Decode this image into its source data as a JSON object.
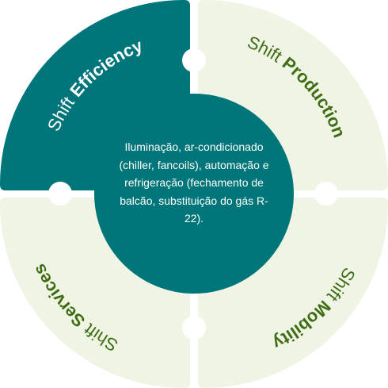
{
  "colors": {
    "accent": "#00757a",
    "light_fill": "#eff4e4",
    "dark_text": "#3f6d14",
    "white": "#ffffff"
  },
  "quadrants": [
    {
      "id": "efficiency",
      "prefix": "Shift ",
      "word": "Efficiency",
      "active": true
    },
    {
      "id": "production",
      "prefix": "Shift ",
      "word": "Production",
      "active": false
    },
    {
      "id": "mobility",
      "prefix": "Shift ",
      "word": "Mobility",
      "active": false
    },
    {
      "id": "services",
      "prefix": "Shift ",
      "word": "Services",
      "active": false
    }
  ],
  "center": {
    "text": "Iluminação, ar-condicionado (chiller, fancoils), automação e refrigeração (fechamento de balcão, substituição do gás R-22)."
  }
}
